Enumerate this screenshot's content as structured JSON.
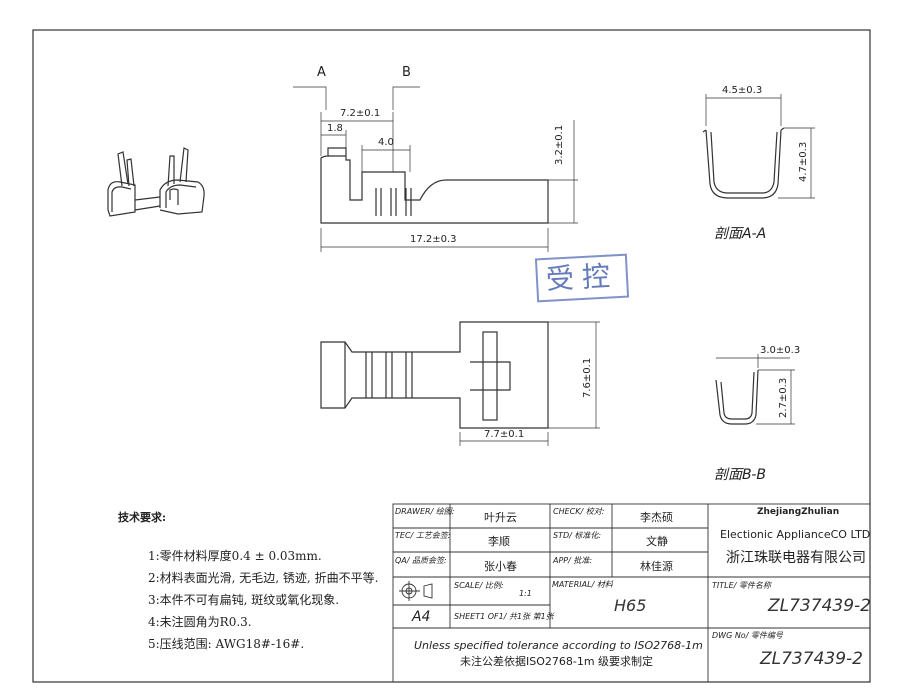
{
  "views": {
    "section_a_label": "A",
    "section_b_label": "B",
    "side": {
      "dim_7_2": "7.2±0.1",
      "dim_1_8": "1.8",
      "dim_4_0": "4.0",
      "dim_3_2": "3.2±0.1",
      "dim_17_2": "17.2±0.3"
    },
    "top": {
      "dim_7_6": "7.6±0.1",
      "dim_7_7": "7.7±0.1"
    },
    "section_aa": {
      "title": "剖面A-A",
      "width": "4.5±0.3",
      "height": "4.7±0.3"
    },
    "section_bb": {
      "title": "剖面B-B",
      "width": "3.0±0.3",
      "height": "2.7±0.3"
    }
  },
  "stamp": "受控",
  "notes": {
    "title": "技术要求:",
    "items": [
      "1:零件材料厚度0.4 ± 0.03mm.",
      "2:材料表面光滑, 无毛边, 锈迹, 折曲不平等.",
      "3:本件不可有扁钝, 斑纹或氧化现象.",
      "4:未注圆角为R0.3.",
      "5:压线范围: AWG18#-16#."
    ]
  },
  "title_block": {
    "drawer_label": "DRAWER/ 绘图:",
    "drawer": "叶升云",
    "check_label": "CHECK/ 校对:",
    "check": "李杰硕",
    "tec_label": "TEC/ 工艺会签:",
    "tec": "李顺",
    "std_label": "STD/ 标准化:",
    "std": "文静",
    "qa_label": "QA/ 品质会签:",
    "qa": "张小春",
    "app_label": "APP/ 批准:",
    "app": "林佳源",
    "scale_label": "SCALE/ 比例:",
    "scale": "1:1",
    "material_label": "MATERIAL/ 材料",
    "material": "H65",
    "paper": "A4",
    "sheet": "SHEET1 OF1/ 共1张 第1张",
    "tolerance_en": "Unless specified tolerance according to ISO2768-1m",
    "tolerance_cn": "未注公差依据ISO2768-1m 级要求制定",
    "company_en1": "ZhejiangZhulian",
    "company_en2": "Electionic ApplianceCO LTD",
    "company_cn": "浙江珠联电器有限公司",
    "title_label": "TITLE/ 零件名称",
    "title": "ZL737439-2",
    "dwg_label": "DWG No/ 零件编号",
    "dwg": "ZL737439-2"
  }
}
